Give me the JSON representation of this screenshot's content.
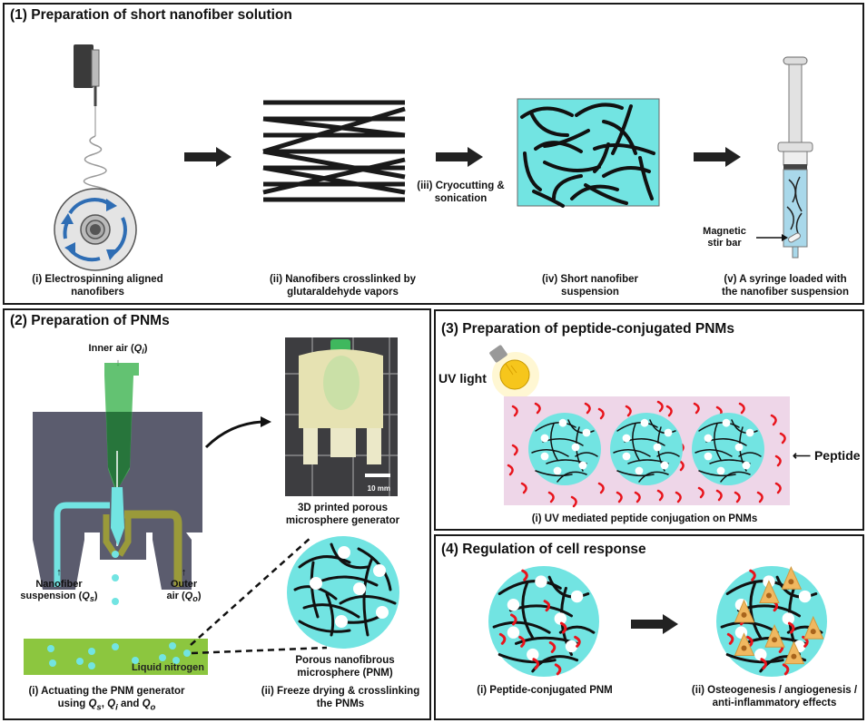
{
  "figure": {
    "panels": [
      {
        "id": "panel-1",
        "title": "(1) Preparation of short nanofiber solution",
        "steps": [
          {
            "label_line1": "(i) Electrospinning aligned",
            "label_line2": "nanofibers"
          },
          {
            "label_line1": "(ii) Nanofibers crosslinked by",
            "label_line2": "glutaraldehyde vapors"
          },
          {
            "label_line1": "(iii) Cryocutting &",
            "label_line2": "sonication"
          },
          {
            "label_line1": "(iv) Short nanofiber",
            "label_line2": "suspension"
          },
          {
            "label_line1": "(v) A syringe loaded with",
            "label_line2": "the nanofiber suspension"
          }
        ],
        "annotations": {
          "stir_bar_line1": "Magnetic",
          "stir_bar_line2": "stir bar"
        }
      },
      {
        "id": "panel-2",
        "title": "(2) Preparation of PNMs",
        "annotations": {
          "inner_air": "Inner air (",
          "inner_air_q": "Q",
          "inner_air_sub": "i",
          "nanofiber_line1": "Nanofiber",
          "nanofiber_line2": "suspension (",
          "nanofiber_q": "Q",
          "nanofiber_sub": "s",
          "outer_line1": "Outer",
          "outer_line2": "air (",
          "outer_q": "Q",
          "outer_sub": "o",
          "liquid_nitrogen": "Liquid nitrogen",
          "scale_bar": "10 mm",
          "photo_caption_line1": "3D printed porous",
          "photo_caption_line2": "microsphere generator",
          "pnm_caption_line1": "Porous nanofibrous",
          "pnm_caption_line2": "microsphere (PNM)"
        },
        "steps": [
          {
            "label_line1": "(i) Actuating the PNM generator",
            "label_line2": "using Qs, Qi and Qo"
          },
          {
            "label_line1": "(ii) Freeze drying & crosslinking",
            "label_line2": "the PNMs"
          }
        ]
      },
      {
        "id": "panel-3",
        "title": "(3) Preparation of peptide-conjugated PNMs",
        "annotations": {
          "uv_light": "UV light",
          "peptide": "Peptide"
        },
        "steps": [
          {
            "label_line1": "(i) UV mediated peptide conjugation on PNMs"
          }
        ]
      },
      {
        "id": "panel-4",
        "title": "(4) Regulation of cell response",
        "steps": [
          {
            "label_line1": "(i) Peptide-conjugated PNM"
          },
          {
            "label_line1": "(ii) Osteogenesis / angiogenesis /",
            "label_line2": "anti-inflammatory effects"
          }
        ]
      }
    ],
    "colors": {
      "cyan": "#72e4e2",
      "fiber": "#111111",
      "peptide": "#e8141c",
      "pink_bg": "#eed6e8",
      "nitrogen": "#8cc63f",
      "device_gray": "#5b5c6e",
      "nozzle_green": "#2e8b3e",
      "olive": "#9a9a3a",
      "cell": "#f0b860",
      "arrow_blue": "#2e6db4"
    }
  }
}
